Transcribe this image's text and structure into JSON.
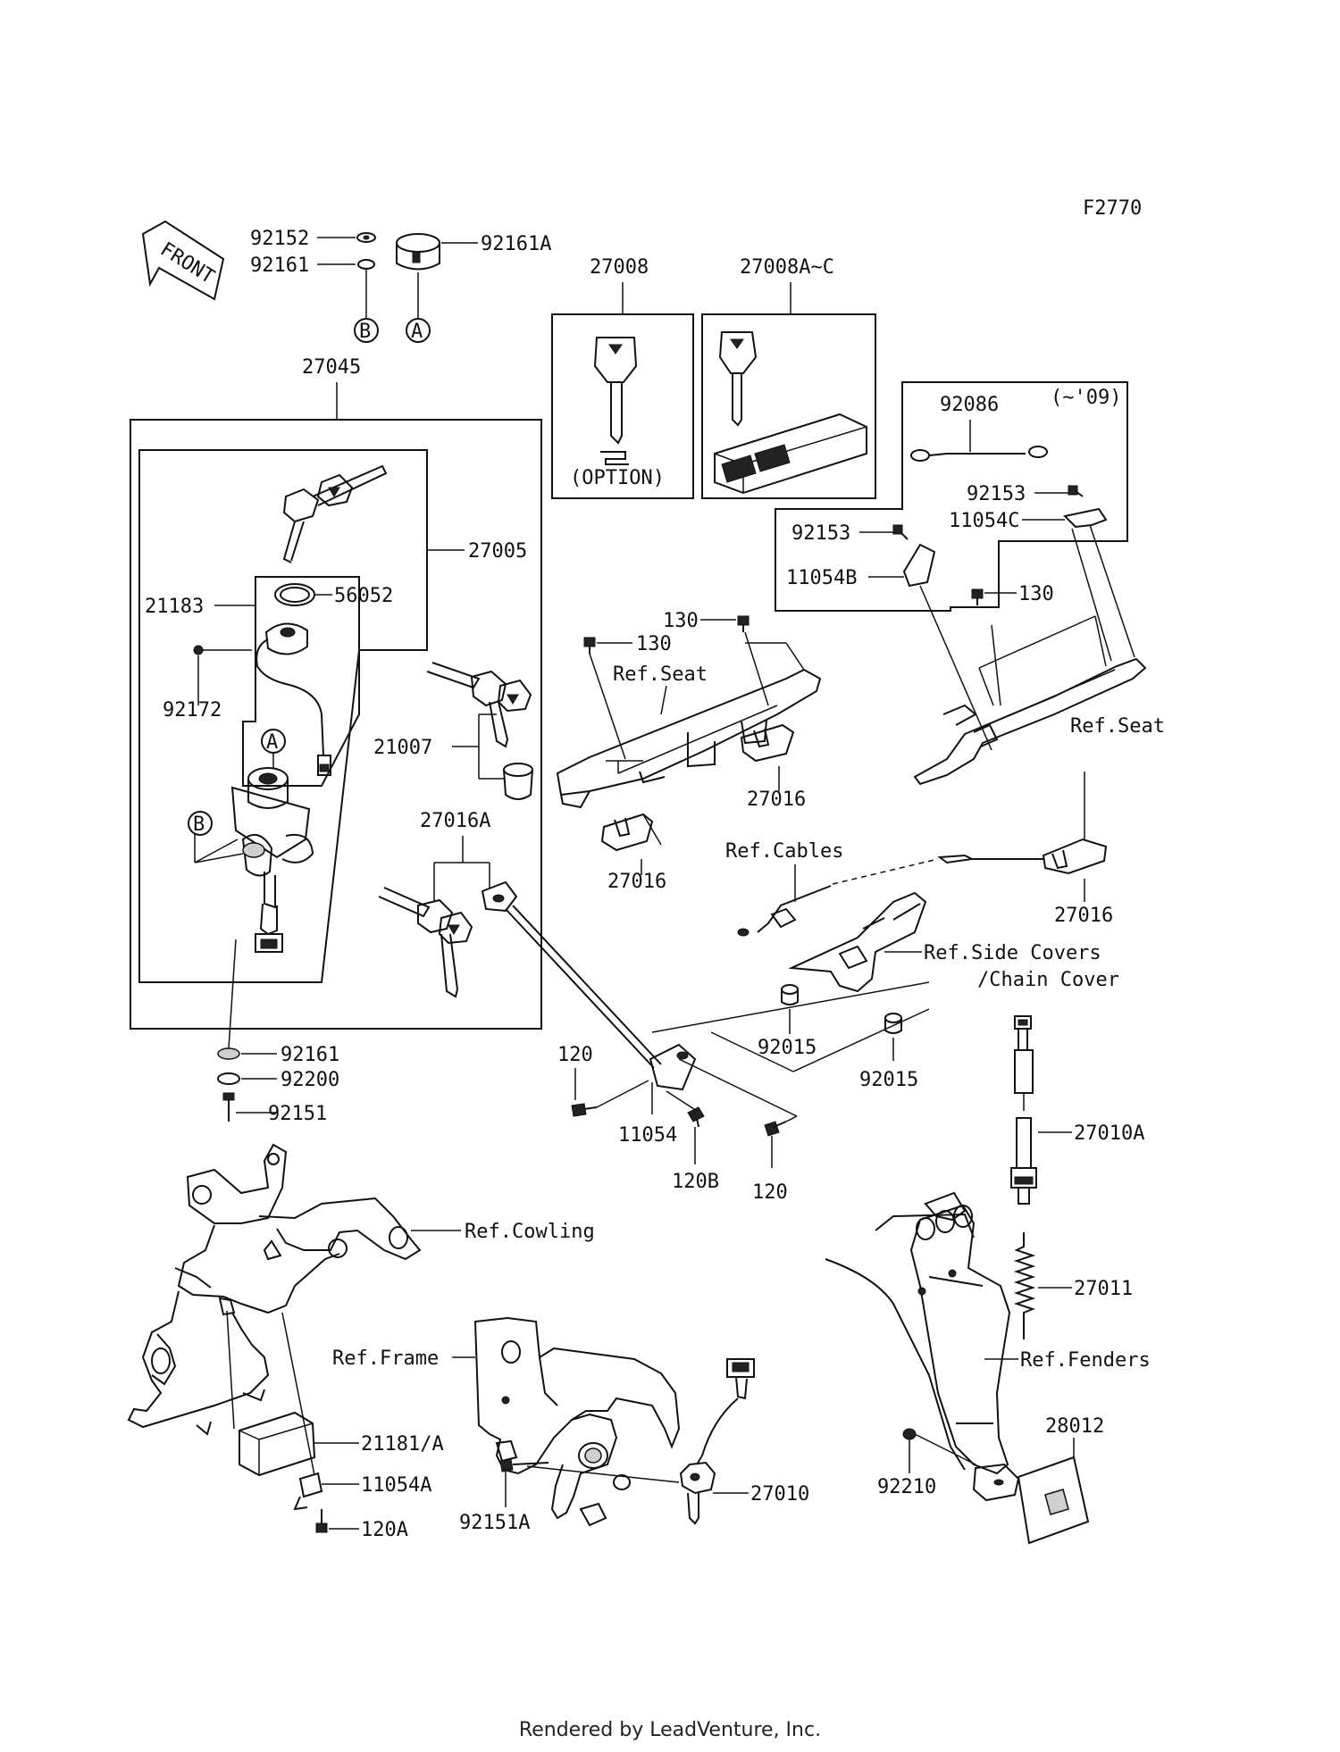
{
  "figure_code": "F2770",
  "front_arrow_label": "FRONT",
  "option_label": "(OPTION)",
  "year_note": "(~'09)",
  "part_labels": {
    "p92152": "92152",
    "p92161_top": "92161",
    "p92161A": "92161A",
    "p27008": "27008",
    "p27008AC": "27008A~C",
    "p27045": "27045",
    "p27005": "27005",
    "p21183": "21183",
    "p56052": "56052",
    "p92172": "92172",
    "p21007": "21007",
    "p27016A": "27016A",
    "p92086": "92086",
    "p92153_a": "92153",
    "p92153_b": "92153",
    "p11054C": "11054C",
    "p11054B": "11054B",
    "p130_a": "130",
    "p130_b": "130",
    "p130_c": "130",
    "p27016_a": "27016",
    "p27016_b": "27016",
    "p27016_c": "27016",
    "p92015_a": "92015",
    "p92015_b": "92015",
    "p92161_mid": "92161",
    "p92200": "92200",
    "p92151": "92151",
    "p120_a": "120",
    "p120_b": "120",
    "p11054": "11054",
    "p120B": "120B",
    "p27010A": "27010A",
    "p27011": "27011",
    "p21181A": "21181/A",
    "p11054A": "11054A",
    "p120A": "120A",
    "p92151A": "92151A",
    "p27010": "27010",
    "p28012": "28012",
    "p92210": "92210"
  },
  "ref_labels": {
    "seat_1": "Ref.Seat",
    "seat_2": "Ref.Seat",
    "cables": "Ref.Cables",
    "side_covers": "Ref.Side Covers",
    "chain_cover": "/Chain Cover",
    "cowling": "Ref.Cowling",
    "frame": "Ref.Frame",
    "fenders": "Ref.Fenders"
  },
  "callout_letters": {
    "a_top": "A",
    "b_top": "B",
    "a_lock": "A",
    "b_lock": "B"
  },
  "footer": "Rendered by LeadVenture, Inc."
}
